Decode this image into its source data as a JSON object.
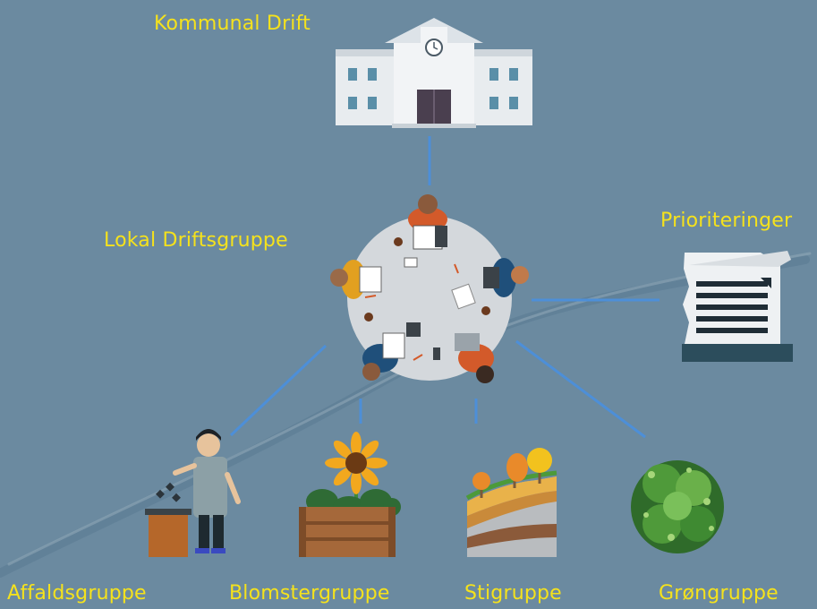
{
  "colors": {
    "background": "#6b8aa0",
    "label_text": "#f5e21c",
    "connector": "#4d8fd8",
    "table": "#d4d8dc"
  },
  "nodes": {
    "top": {
      "label": "Kommunal Drift",
      "icon": "city-hall-icon"
    },
    "center": {
      "label": "Lokal Driftsgruppe",
      "icon": "meeting-table-icon"
    },
    "side": {
      "label": "Prioriteringer",
      "icon": "document-stack-icon"
    },
    "groups": [
      {
        "label": "Affaldsgruppe",
        "icon": "waste-collector-icon"
      },
      {
        "label": "Blomstergruppe",
        "icon": "sunflower-crate-icon"
      },
      {
        "label": "Stigruppe",
        "icon": "trail-soil-layers-icon"
      },
      {
        "label": "Grøngruppe",
        "icon": "bush-icon"
      }
    ]
  }
}
